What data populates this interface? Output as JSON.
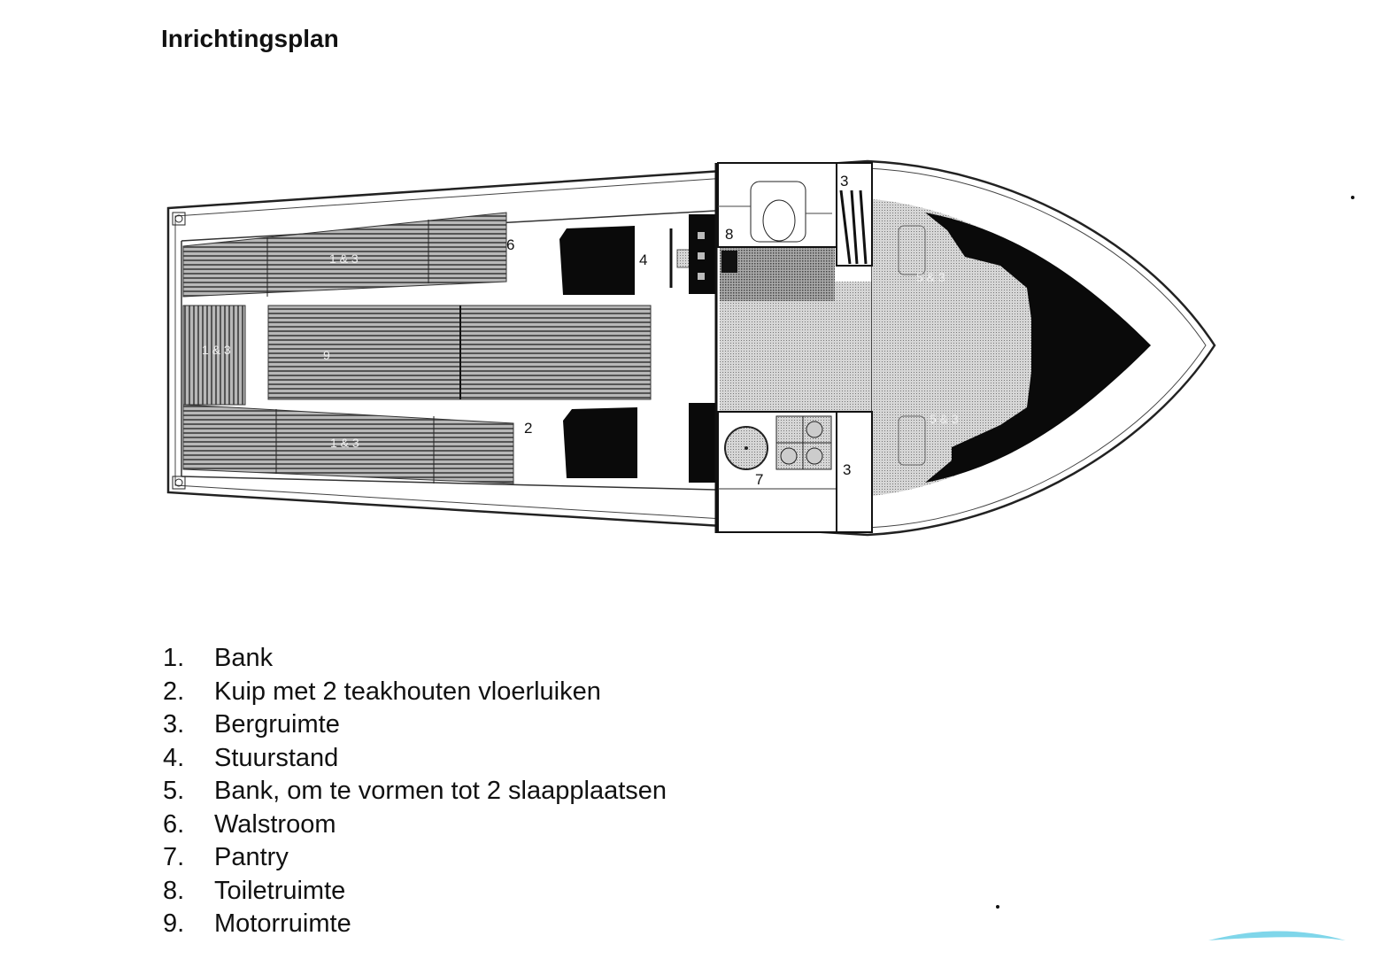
{
  "title": "Inrichtingsplan",
  "plan_labels": {
    "toilet": "8",
    "storage_top": "3",
    "storage_bottom": "3",
    "steering": "4",
    "shore_power": "6",
    "cockpit": "2",
    "pantry": "7",
    "seat_top": "1 & 3",
    "seat_bottom": "1 & 3",
    "seat_stern": "1 & 3",
    "engine": "9",
    "berth_top": "5 & 3",
    "berth_bottom": "5 & 3"
  },
  "legend": [
    {
      "num": "1.",
      "text": "Bank"
    },
    {
      "num": "2.",
      "text": "Kuip met 2 teakhouten vloerluiken"
    },
    {
      "num": "3.",
      "text": "Bergruimte"
    },
    {
      "num": "4.",
      "text": "Stuurstand"
    },
    {
      "num": "5.",
      "text": "Bank, om te vormen tot 2 slaapplaatsen"
    },
    {
      "num": "6.",
      "text": "Walstroom"
    },
    {
      "num": "7.",
      "text": "Pantry"
    },
    {
      "num": "8.",
      "text": "Toiletruimte"
    },
    {
      "num": "9.",
      "text": "Motorruimte"
    }
  ],
  "colors": {
    "teak": "#9a9a9a",
    "dark": "#0a0a0a",
    "cabin_floor": "#c4c4c4",
    "watermark": "#7fd6ea"
  }
}
